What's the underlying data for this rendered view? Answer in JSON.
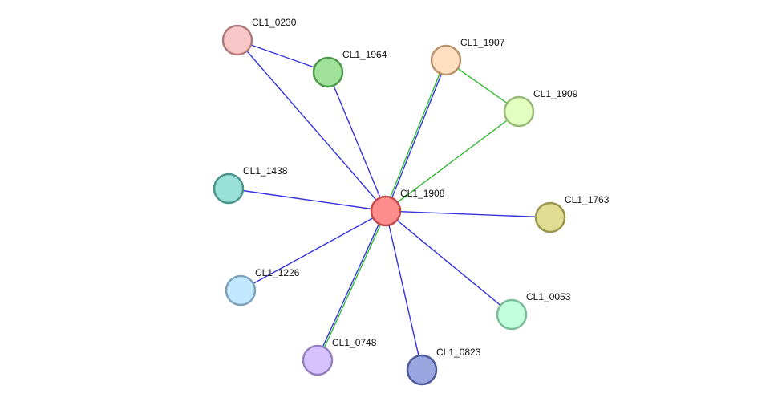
{
  "network": {
    "nodes": [
      {
        "id": "CL1_1908",
        "label": "CL1_1908",
        "fill": "#ff8c8c",
        "stroke": "#c24a4a"
      },
      {
        "id": "CL1_0230",
        "label": "CL1_0230",
        "fill": "#f7c6c6",
        "stroke": "#b07a7a"
      },
      {
        "id": "CL1_1964",
        "label": "CL1_1964",
        "fill": "#a0e29a",
        "stroke": "#4f9a4a"
      },
      {
        "id": "CL1_1907",
        "label": "CL1_1907",
        "fill": "#ffdfbf",
        "stroke": "#b8946c"
      },
      {
        "id": "CL1_1909",
        "label": "CL1_1909",
        "fill": "#e2ffbf",
        "stroke": "#98b878"
      },
      {
        "id": "CL1_1438",
        "label": "CL1_1438",
        "fill": "#99e0d8",
        "stroke": "#4a948c"
      },
      {
        "id": "CL1_1763",
        "label": "CL1_1763",
        "fill": "#e0dc92",
        "stroke": "#9a9650"
      },
      {
        "id": "CL1_1226",
        "label": "CL1_1226",
        "fill": "#c2e8ff",
        "stroke": "#7ca2bc"
      },
      {
        "id": "CL1_0053",
        "label": "CL1_0053",
        "fill": "#c2ffdd",
        "stroke": "#78bc98"
      },
      {
        "id": "CL1_0748",
        "label": "CL1_0748",
        "fill": "#d6c2ff",
        "stroke": "#9480c0"
      },
      {
        "id": "CL1_0823",
        "label": "CL1_0823",
        "fill": "#9aa6e0",
        "stroke": "#4e5a9c"
      }
    ],
    "edges": [
      {
        "source": "CL1_0230",
        "target": "CL1_1964",
        "colors": [
          "#3333dd"
        ]
      },
      {
        "source": "CL1_0230",
        "target": "CL1_1908",
        "colors": [
          "#3333dd"
        ]
      },
      {
        "source": "CL1_1964",
        "target": "CL1_1908",
        "colors": [
          "#3333dd"
        ]
      },
      {
        "source": "CL1_1907",
        "target": "CL1_1908",
        "colors": [
          "#3333dd",
          "#33bb33"
        ]
      },
      {
        "source": "CL1_1907",
        "target": "CL1_1909",
        "colors": [
          "#33bb33"
        ]
      },
      {
        "source": "CL1_1909",
        "target": "CL1_1908",
        "colors": [
          "#33bb33"
        ]
      },
      {
        "source": "CL1_1438",
        "target": "CL1_1908",
        "colors": [
          "#3333dd"
        ]
      },
      {
        "source": "CL1_1763",
        "target": "CL1_1908",
        "colors": [
          "#3333dd"
        ]
      },
      {
        "source": "CL1_1226",
        "target": "CL1_1908",
        "colors": [
          "#3333dd"
        ]
      },
      {
        "source": "CL1_0053",
        "target": "CL1_1908",
        "colors": [
          "#3333dd"
        ]
      },
      {
        "source": "CL1_0748",
        "target": "CL1_1908",
        "colors": [
          "#3333dd",
          "#33bb33"
        ]
      },
      {
        "source": "CL1_0823",
        "target": "CL1_1908",
        "colors": [
          "#3333dd"
        ]
      }
    ]
  }
}
